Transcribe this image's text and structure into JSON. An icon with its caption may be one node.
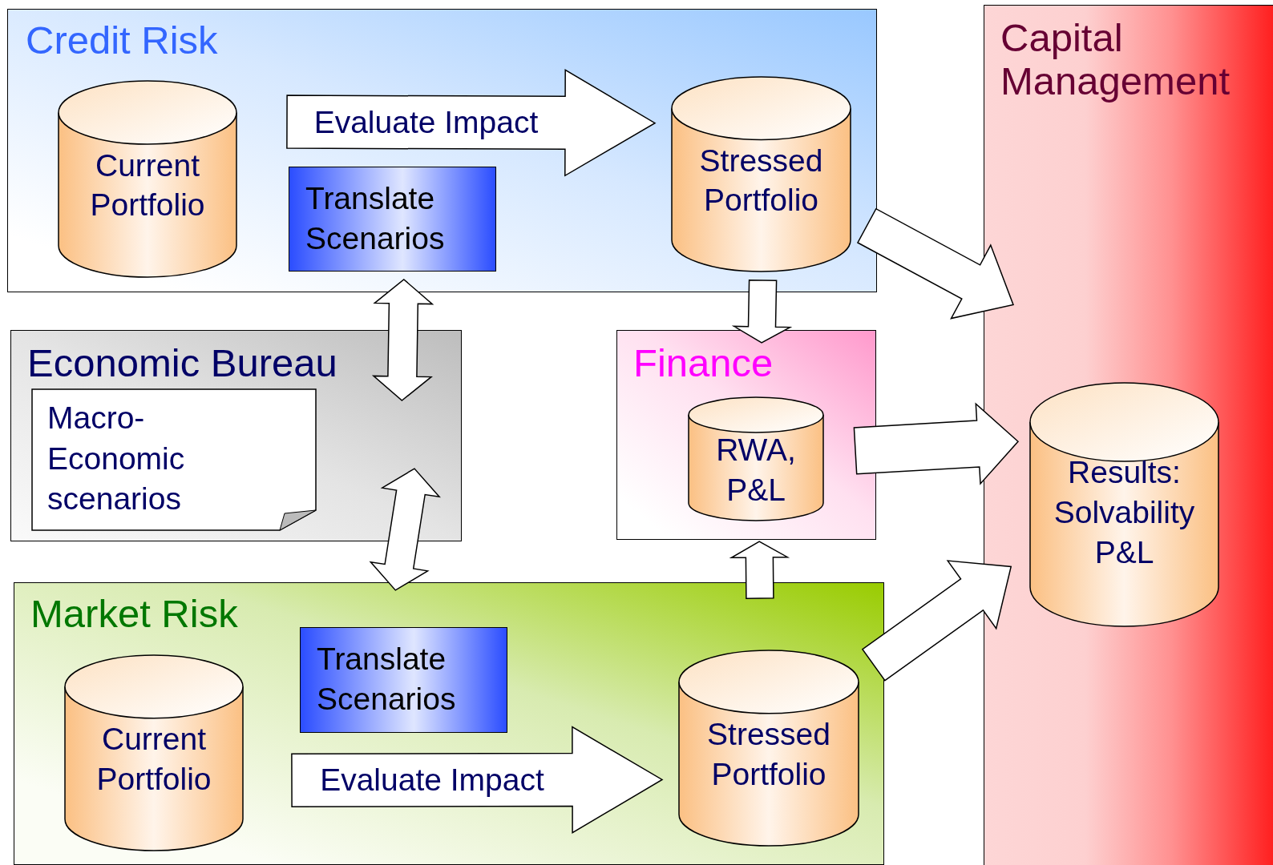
{
  "diagram": {
    "nodes": [
      {
        "text": [
          "Credit Risk"
        ]
      },
      {
        "text": [
          "Current Portfolio"
        ],
        "in": 0
      },
      {
        "text": [
          "Translate Scenarios"
        ],
        "in": 0
      },
      {
        "text": [
          "Stressed Portfolio"
        ],
        "in": 0
      },
      {
        "text": [
          "Economic Bureau"
        ]
      },
      {
        "text": [
          "Macro-Economic scenarios"
        ],
        "in": 4
      },
      {
        "text": [
          "Finance"
        ]
      },
      {
        "text": [
          "RWA, P&L"
        ],
        "in": 6
      },
      {
        "text": [
          "Market Risk"
        ]
      },
      {
        "text": [
          "Translate Scenarios"
        ],
        "in": 8
      },
      {
        "text": [
          "Current Portfolio"
        ],
        "in": 8
      },
      {
        "text": [
          "Stressed Portfolio"
        ],
        "in": 8
      },
      {
        "text": [
          "Capital Management"
        ]
      },
      {
        "text": [
          "Results: Solvability P&L"
        ],
        "in": 12
      }
    ],
    "edges": [
      {
        "from": 1,
        "to": 3,
        "arrow": "to",
        "label": "Evaluate Impact"
      },
      {
        "from": 4,
        "to": 2,
        "arrow": "both"
      },
      {
        "from": 4,
        "to": 8,
        "arrow": "both"
      },
      {
        "from": 3,
        "to": 6,
        "arrow": "to"
      },
      {
        "from": 8,
        "to": 6,
        "arrow": "to"
      },
      {
        "from": 3,
        "to": 12,
        "arrow": "to"
      },
      {
        "from": 6,
        "to": 13,
        "arrow": "to"
      },
      {
        "from": 11,
        "to": 13,
        "arrow": "to"
      },
      {
        "from": 10,
        "to": 11,
        "arrow": "to",
        "label": "Evaluate Impact"
      }
    ]
  }
}
